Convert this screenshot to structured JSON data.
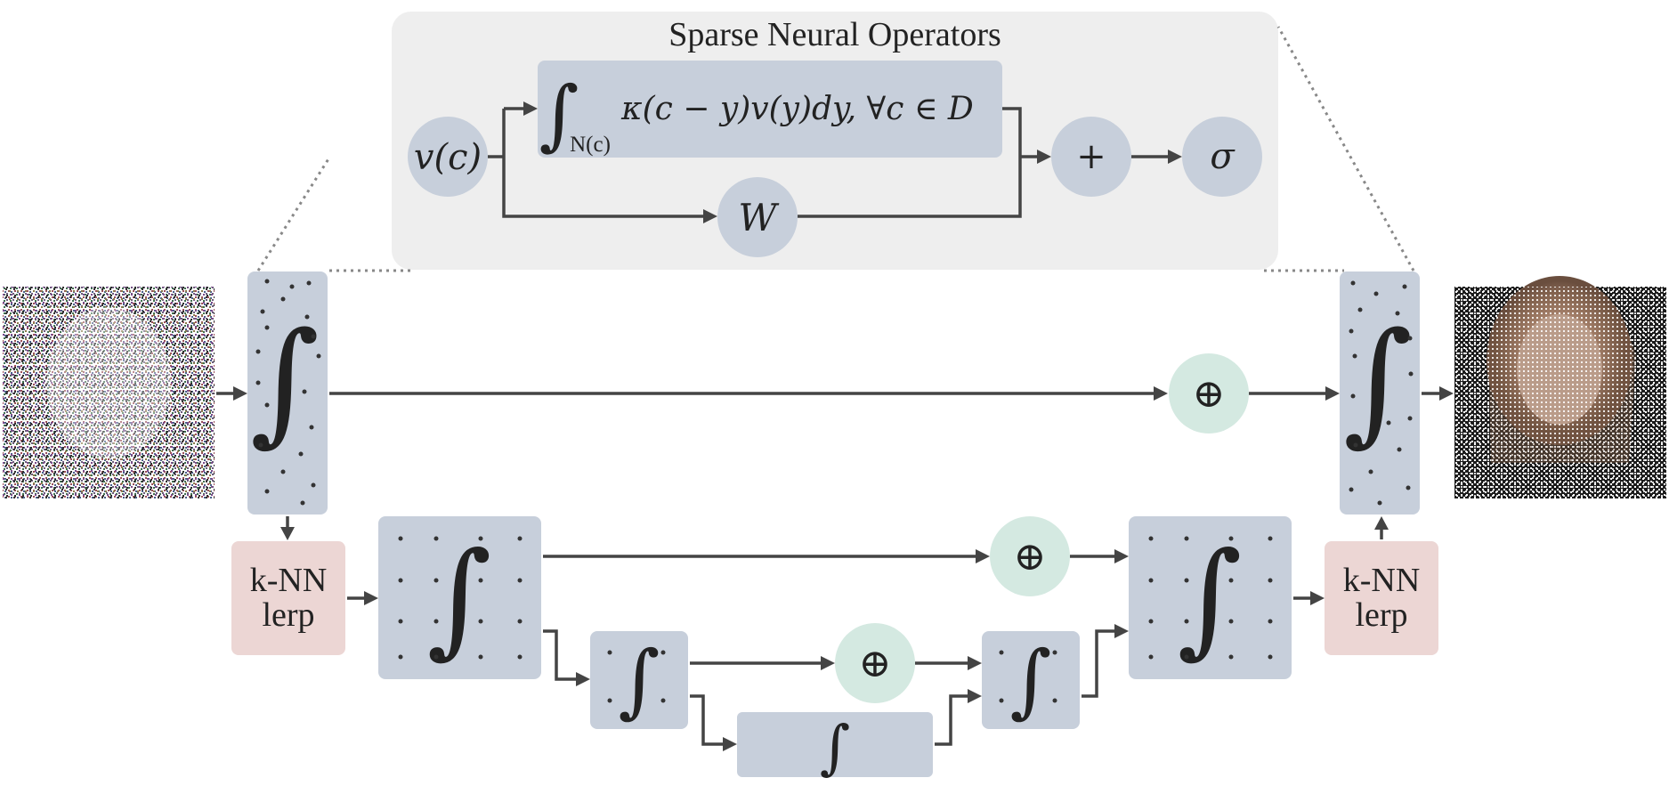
{
  "sno_panel": {
    "title": "Sparse Neural Operators",
    "input_label": "v(c)",
    "kernel_integral": {
      "integral_symbol": "∫",
      "domain_label": "N(c)",
      "expression": "κ(c − y)v(y)dy, ∀c ∈ D"
    },
    "weight_label": "W",
    "sum_label": "+",
    "activation_label": "σ"
  },
  "pipeline": {
    "integral_symbol": "∫",
    "add_symbol": "⊕",
    "knn_left": {
      "line1": "k-NN",
      "line2": "lerp"
    },
    "knn_right": {
      "line1": "k-NN",
      "line2": "lerp"
    }
  },
  "colors": {
    "panel_background": "#eeeeee",
    "block_fill": "#c7cfdb",
    "add_node_fill": "#d4e9e1",
    "knn_fill": "#ecd6d4",
    "line": "#444444",
    "dots": "#333333"
  }
}
